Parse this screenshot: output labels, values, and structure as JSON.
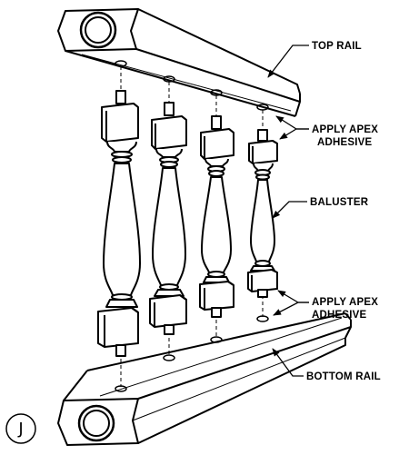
{
  "figure_marker": "J",
  "labels": {
    "top_rail": "TOP RAIL",
    "apply_top_1": "APPLY APEX",
    "apply_top_2": "ADHESIVE",
    "baluster": "BALUSTER",
    "apply_bottom_1": "APPLY APEX",
    "apply_bottom_2": "ADHESIVE",
    "bottom_rail": "BOTTOM RAIL"
  }
}
